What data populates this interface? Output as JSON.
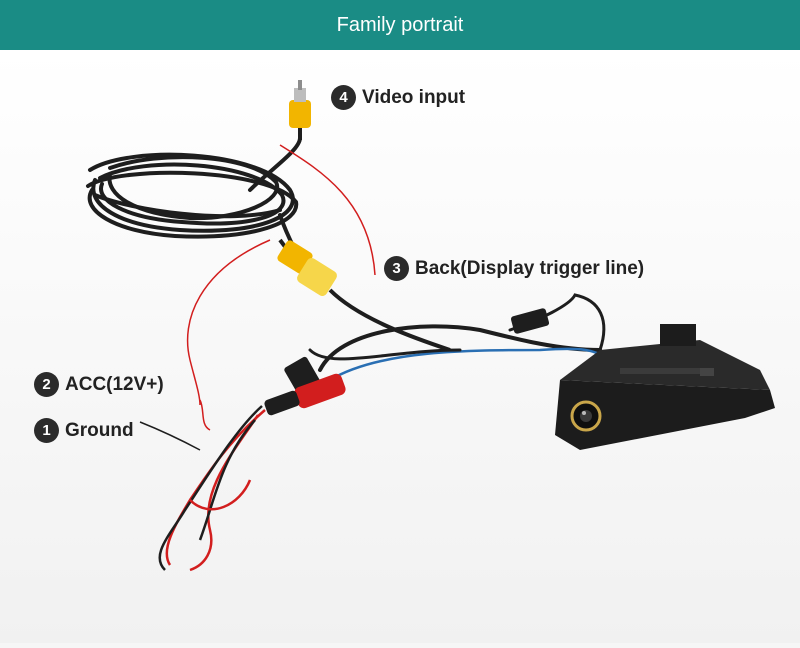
{
  "banner": {
    "title": "Family portrait"
  },
  "callouts": [
    {
      "number": "4",
      "label": "Video input"
    },
    {
      "number": "3",
      "label": "Back(Display trigger line)"
    },
    {
      "number": "2",
      "label": "ACC(12V+)"
    },
    {
      "number": "1",
      "label": "Ground"
    }
  ],
  "colors": {
    "banner": "#1a8c85",
    "rca_yellow": "#f2b500",
    "wire_red": "#d21e1e",
    "wire_black": "#1e1e1e",
    "wire_blue": "#2a6fb3"
  }
}
